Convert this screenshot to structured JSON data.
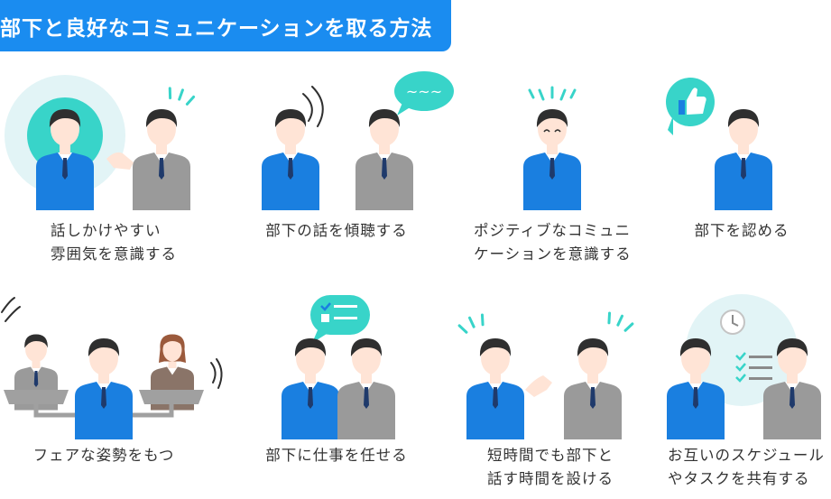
{
  "title": "部下と良好なコミュニケーションを取る方法",
  "colors": {
    "accent": "#1a8cf0",
    "teal": "#38d4c9",
    "suit_blue": "#1a7fe0",
    "suit_gray": "#9a9a9a",
    "hair": "#2f2f2f",
    "skin": "#ffe4d6"
  },
  "items": [
    {
      "line1": "話しかけやすい",
      "line2": "雰囲気を意識する"
    },
    {
      "line1": "部下の話を傾聴する",
      "line2": ""
    },
    {
      "line1": "ポジティブなコミュニ",
      "line2": "ケーションを意識する"
    },
    {
      "line1": "部下を認める",
      "line2": ""
    },
    {
      "line1": "フェアな姿勢をもつ",
      "line2": ""
    },
    {
      "line1": "部下に仕事を任せる",
      "line2": ""
    },
    {
      "line1": "短時間でも部下と",
      "line2": "話す時間を設ける"
    },
    {
      "line1": "お互いのスケジュール",
      "line2": "やタスクを共有する"
    }
  ],
  "icons": {
    "speech_wave": "speech-bubble-wave-icon",
    "thumbs_up": "thumbs-up-icon",
    "checklist": "checklist-icon",
    "clock": "clock-icon"
  }
}
